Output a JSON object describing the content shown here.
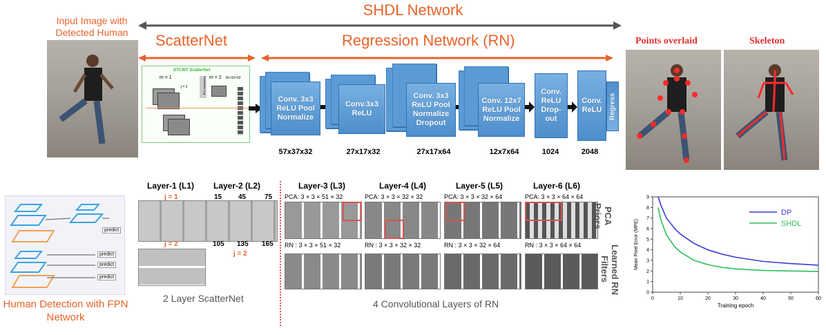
{
  "header": {
    "network_title": "SHDL Network"
  },
  "input_label": "Input Image with Detected Human",
  "scatternet_label": "ScatterNet",
  "scatternet_inner_title": "DTCWT ScatterNet",
  "scatternet_m1": "m = 1",
  "scatternet_m2": "m = 2",
  "scatternet_j2": "j = 2",
  "scatternet_param": "Parametric Log",
  "scatternet_dims": "16×16×52",
  "rn_label": "Regression Network (RN)",
  "rn_blocks": [
    {
      "label": "Conv. 3x3 ReLU Pool Normalize",
      "dim": "57x37x32"
    },
    {
      "label": "Conv.3x3 ReLU",
      "dim": "27x17x32"
    },
    {
      "label": "Conv. 3x3 ReLU Pool Normalize Dropout",
      "dim": "27x17x64"
    },
    {
      "label": "Conv. 12x7 ReLU Pool Normalize",
      "dim": "12x7x64"
    },
    {
      "label": "Conv. ReLU Drop-out",
      "dim": "1024"
    },
    {
      "label": "Conv. ReLU",
      "dim": "2048"
    }
  ],
  "regress_label": "Regress",
  "points_overlaid_label": "Points overlaid",
  "skeleton_label": "Skeleton",
  "fpn_label": "Human Detection with FPN Network",
  "fpn_predict": [
    "predict",
    "predict",
    "predict",
    "predict"
  ],
  "scatter_layers": {
    "layer1": "Layer-1 (L1)",
    "layer2": "Layer-2 (L2)",
    "j1": "j = 1",
    "j2_left": "j = 2",
    "j2_right": "j = 2",
    "angles_top": [
      "15",
      "45",
      "75"
    ],
    "angles_bottom": [
      "105",
      "135",
      "165"
    ],
    "caption": "2 Layer ScatterNet"
  },
  "rn_layers": [
    {
      "title": "Layer-3 (L3)",
      "pca": "PCA: 3 × 3 × 51 × 32",
      "rn": "RN : 3 × 3 × 51 × 32"
    },
    {
      "title": "Layer-4 (L4)",
      "pca": "PCA: 3 × 3 × 32 × 32",
      "rn": "RN : 3 × 3 × 32 × 32"
    },
    {
      "title": "Layer-5 (L5)",
      "pca": "PCA: 3 × 3 × 32 × 64",
      "rn": "RN : 3 × 3 × 32 × 64"
    },
    {
      "title": "Layer-6 (L6)",
      "pca": "PCA: 3 × 3 × 64 × 64",
      "rn": "RN : 3 × 3 × 64 × 64"
    }
  ],
  "pca_side": "PCA Priors",
  "learned_side": "Learned RN Filters",
  "rn_caption": "4 Convolutional Layers of RN",
  "chart_data": {
    "type": "line",
    "xlabel": "Training epoch",
    "ylabel": "Mean Pixel Error (MPE)",
    "xlim": [
      0,
      60
    ],
    "ylim": [
      0,
      9
    ],
    "xticks": [
      "0",
      "10",
      "20",
      "30",
      "40",
      "50",
      "60"
    ],
    "yticks": [
      "0",
      "1",
      "2",
      "3",
      "4",
      "5",
      "6",
      "7",
      "8",
      "9"
    ],
    "legend_position": "top-right",
    "series": [
      {
        "name": "DP",
        "color": "#3b3bd9",
        "x": [
          2,
          3,
          5,
          8,
          10,
          15,
          20,
          25,
          30,
          40,
          50,
          60
        ],
        "y": [
          9,
          8.2,
          7.0,
          6.0,
          5.5,
          4.6,
          4.0,
          3.6,
          3.3,
          2.9,
          2.7,
          2.55
        ]
      },
      {
        "name": "SHDL",
        "color": "#2dbd5a",
        "x": [
          2,
          3,
          5,
          8,
          10,
          15,
          20,
          25,
          30,
          40,
          50,
          60
        ],
        "y": [
          8,
          6.8,
          5.4,
          4.3,
          3.8,
          3.0,
          2.6,
          2.35,
          2.2,
          2.05,
          2.0,
          1.95
        ]
      }
    ]
  }
}
